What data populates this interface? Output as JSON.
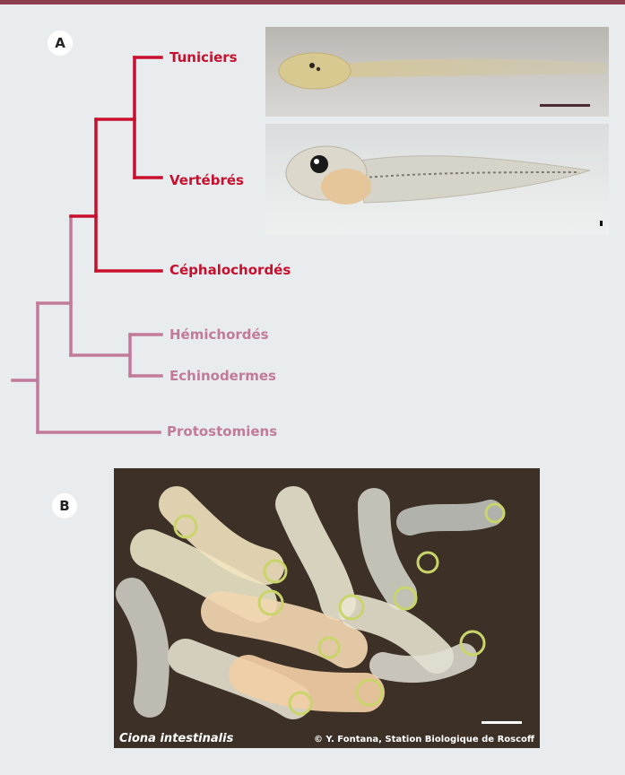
{
  "panel_a": {
    "letter": "A",
    "taxa": {
      "tuniciers": "Tuniciers",
      "vertebres": "Vertébrés",
      "cephalochordes": "Céphalochordés",
      "hemichordes": "Hémichordés",
      "echinodermes": "Echinodermes",
      "protostomiens": "Protostomiens"
    }
  },
  "panel_b": {
    "letter": "B",
    "species": "Ciona intestinalis",
    "credit": "© Y. Fontana, Station Biologique de Roscoff"
  },
  "colors": {
    "chordates": "#c8102e",
    "others": "#c27a9b",
    "top_bar": "#8e3d4e",
    "background": "#e9ecee"
  }
}
